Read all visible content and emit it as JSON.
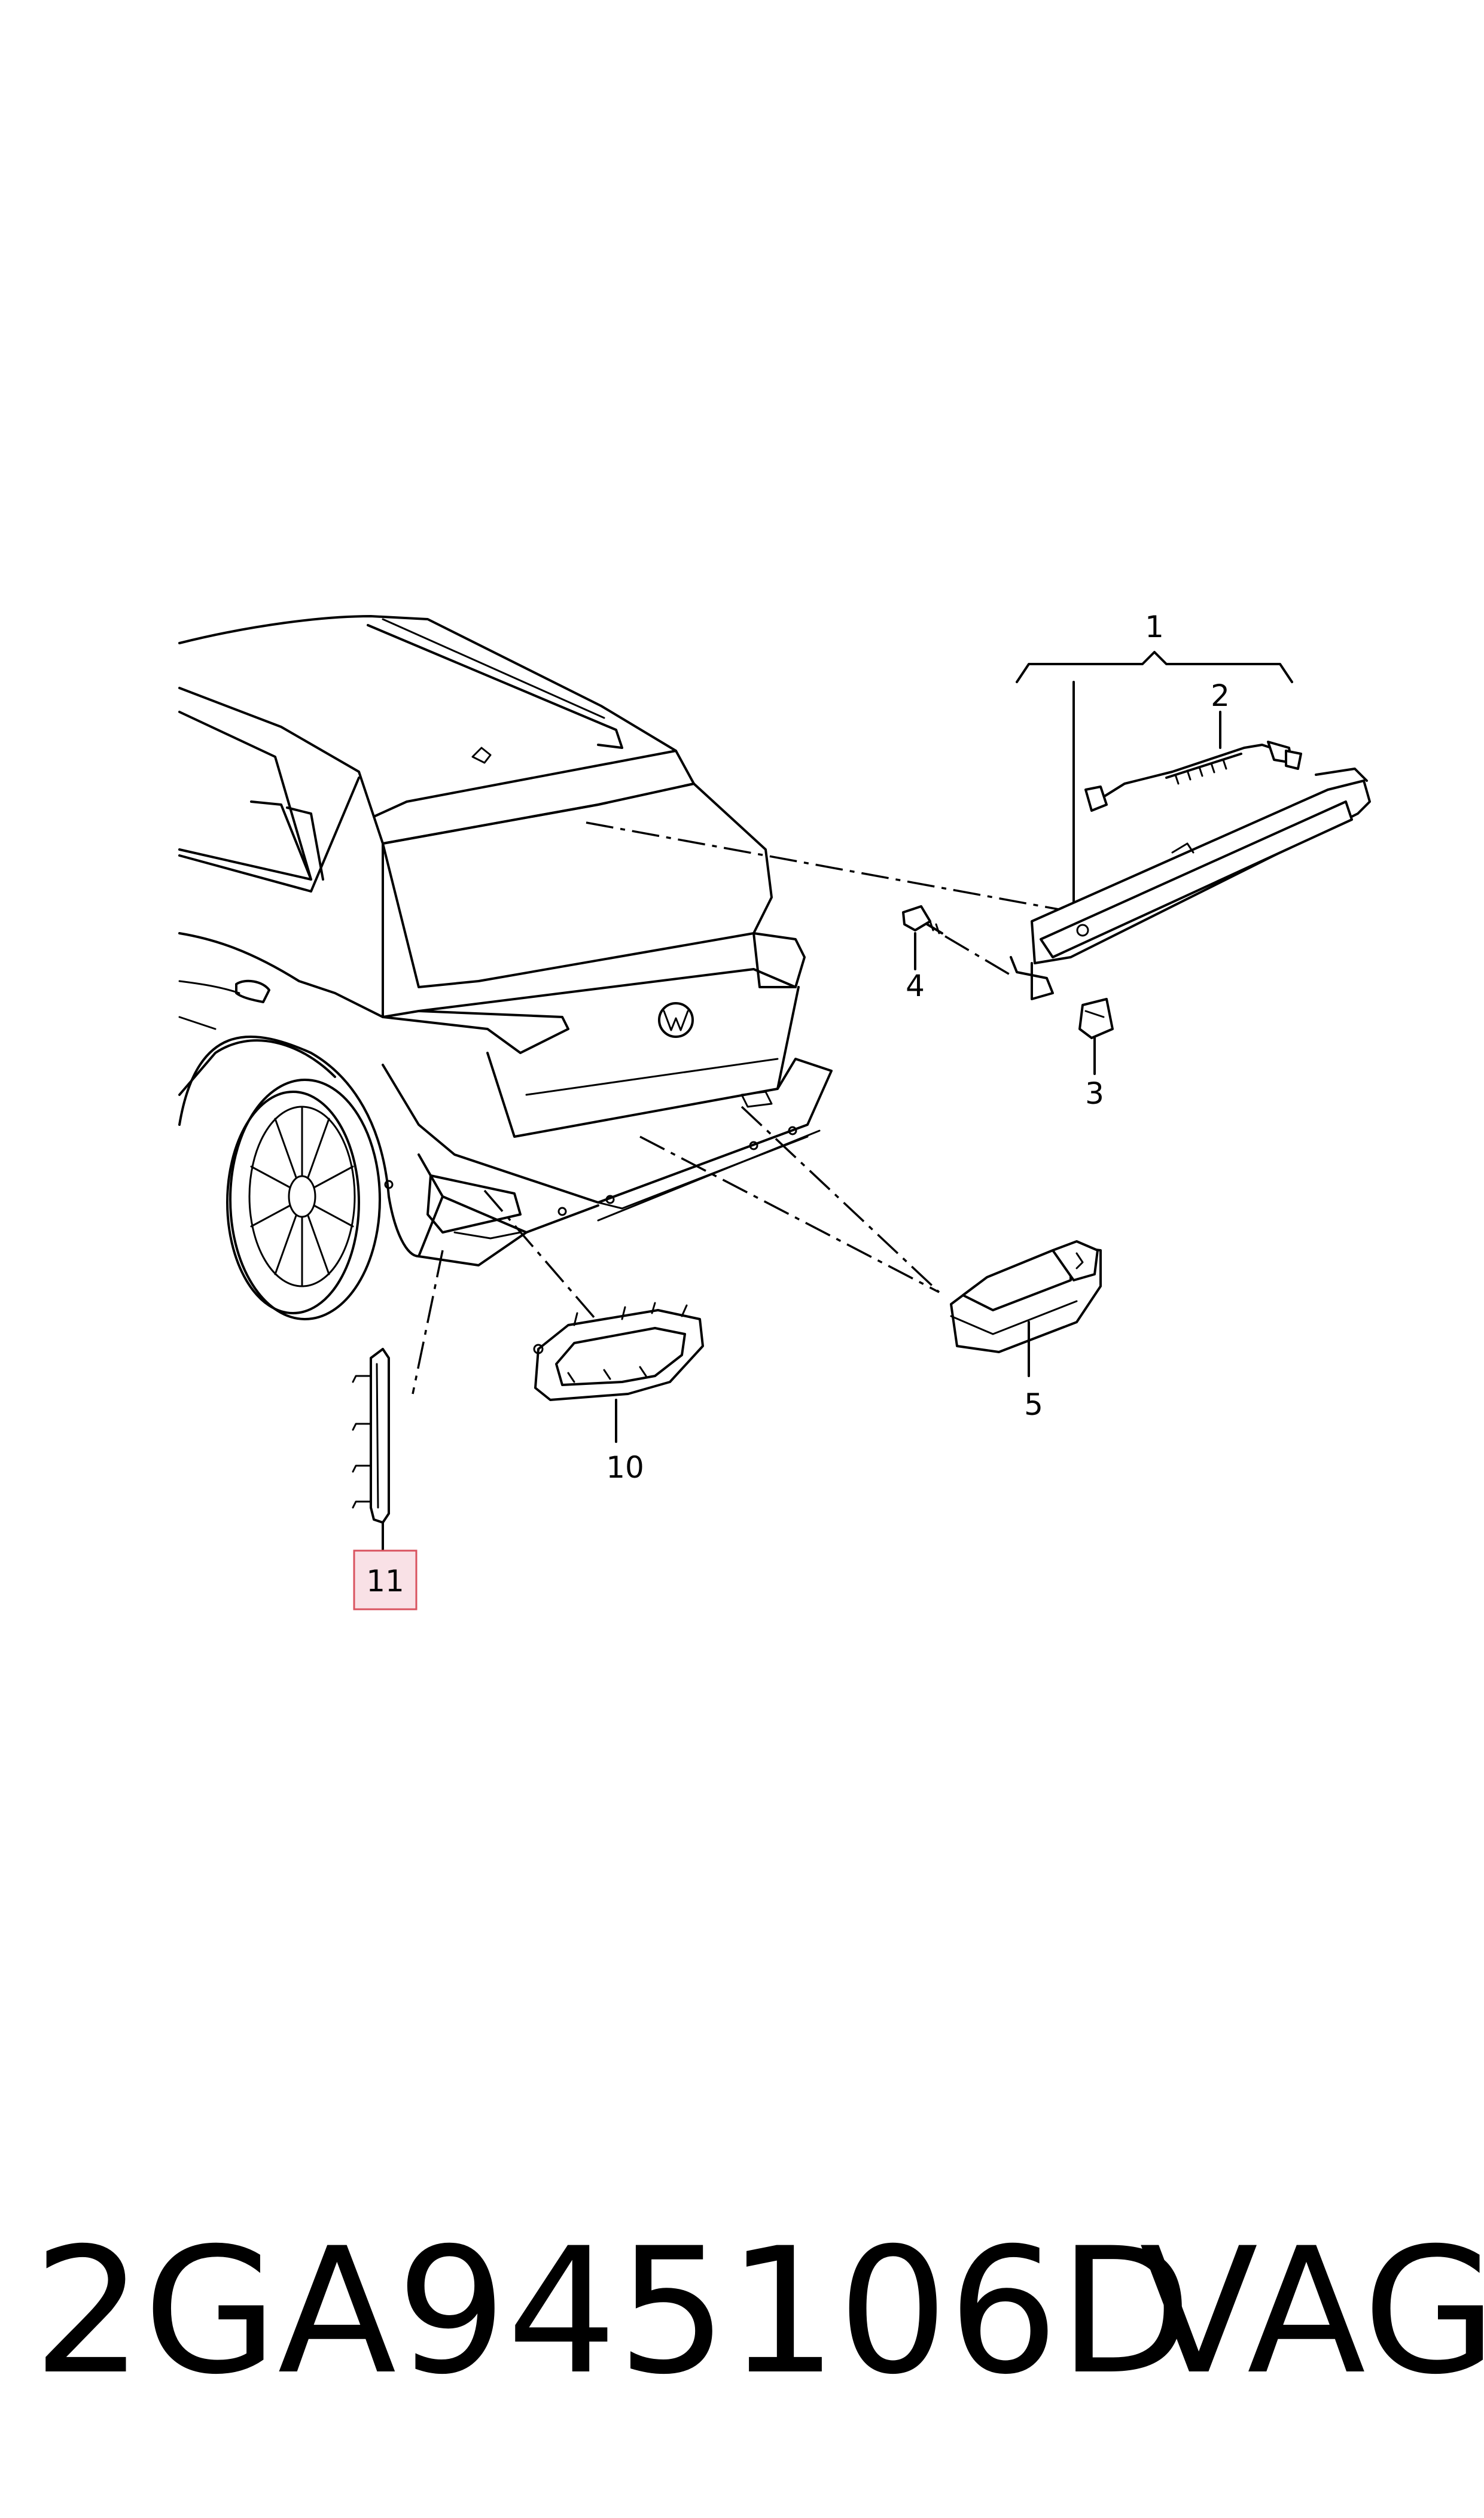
{
  "callouts": {
    "c1": "1",
    "c2": "2",
    "c3": "3",
    "c4": "4",
    "c5": "5",
    "c10": "10",
    "c11": "11"
  },
  "highlight_color": "#f9e1e6",
  "highlight_border": "#d9535f",
  "footer": {
    "part_number": "2GA945106D",
    "brand": "VAG"
  }
}
